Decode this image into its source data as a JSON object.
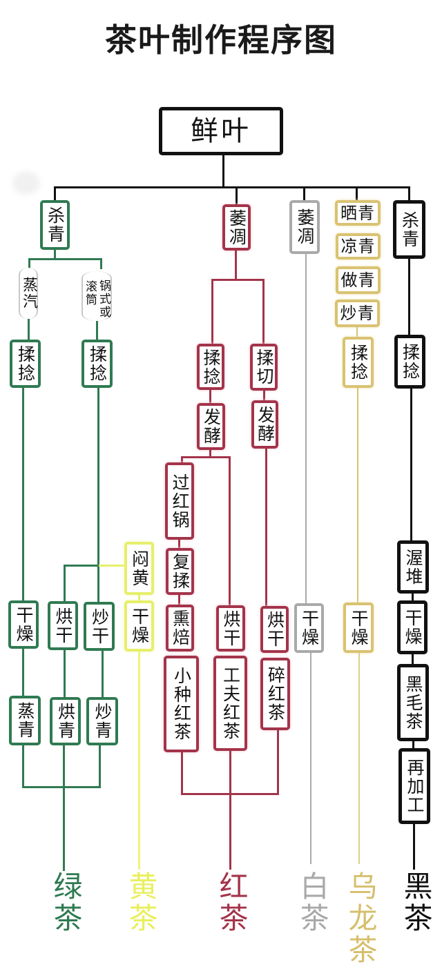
{
  "title": "茶叶制作程序图",
  "root": "鲜叶",
  "colors": {
    "green": "#2f7a52",
    "red": "#a3344b",
    "white": "#a9a9a9",
    "oolong": "#d9c272",
    "black": "#111111",
    "yellow": "#e6ef6a"
  },
  "green_branch": {
    "shaqing": "杀青",
    "steam": "蒸汽",
    "pan_or_drum": [
      "锅式或",
      "滚筒"
    ],
    "rounian_left": "揉捻",
    "rounian_right": "揉捻",
    "ganzao": "干燥",
    "honggan": "烘干",
    "chaogan": "炒干",
    "zhengqing": "蒸青",
    "hongqing": "烘青",
    "chaoqing": "炒青",
    "result": "绿茶"
  },
  "yellow_branch": {
    "menhuang": "闷黄",
    "ganzao": "干燥",
    "result": "黄茶"
  },
  "red_branch": {
    "weidiao": "萎凋",
    "rounian": "揉捻",
    "roqie": "揉切",
    "fajiao_left": "发酵",
    "fajiao_right": "发酵",
    "guohongguo": "过红锅",
    "fourou": "复揉",
    "xunbei": "熏焙",
    "honggan_mid": "烘干",
    "honggan_right": "烘干",
    "xiaozhong": "小种红茶",
    "gongfu": "工夫红茶",
    "suihong": "碎红茶",
    "result": "红茶"
  },
  "white_branch": {
    "weidiao": "萎凋",
    "ganzao": "干燥",
    "result": "白茶"
  },
  "oolong_branch": {
    "shaiqing": "晒青",
    "liangqing": "凉青",
    "zuoqing": "做青",
    "chaoqing": "炒青",
    "rounian": "揉捻",
    "ganzao": "干燥",
    "result": "乌龙茶"
  },
  "black_branch": {
    "shaqing": "杀青",
    "rounian": "揉捻",
    "wodui": "渥堆",
    "ganzao": "干燥",
    "heimao": "黑毛茶",
    "zaijiagong": "再加工",
    "result": "黑茶"
  }
}
